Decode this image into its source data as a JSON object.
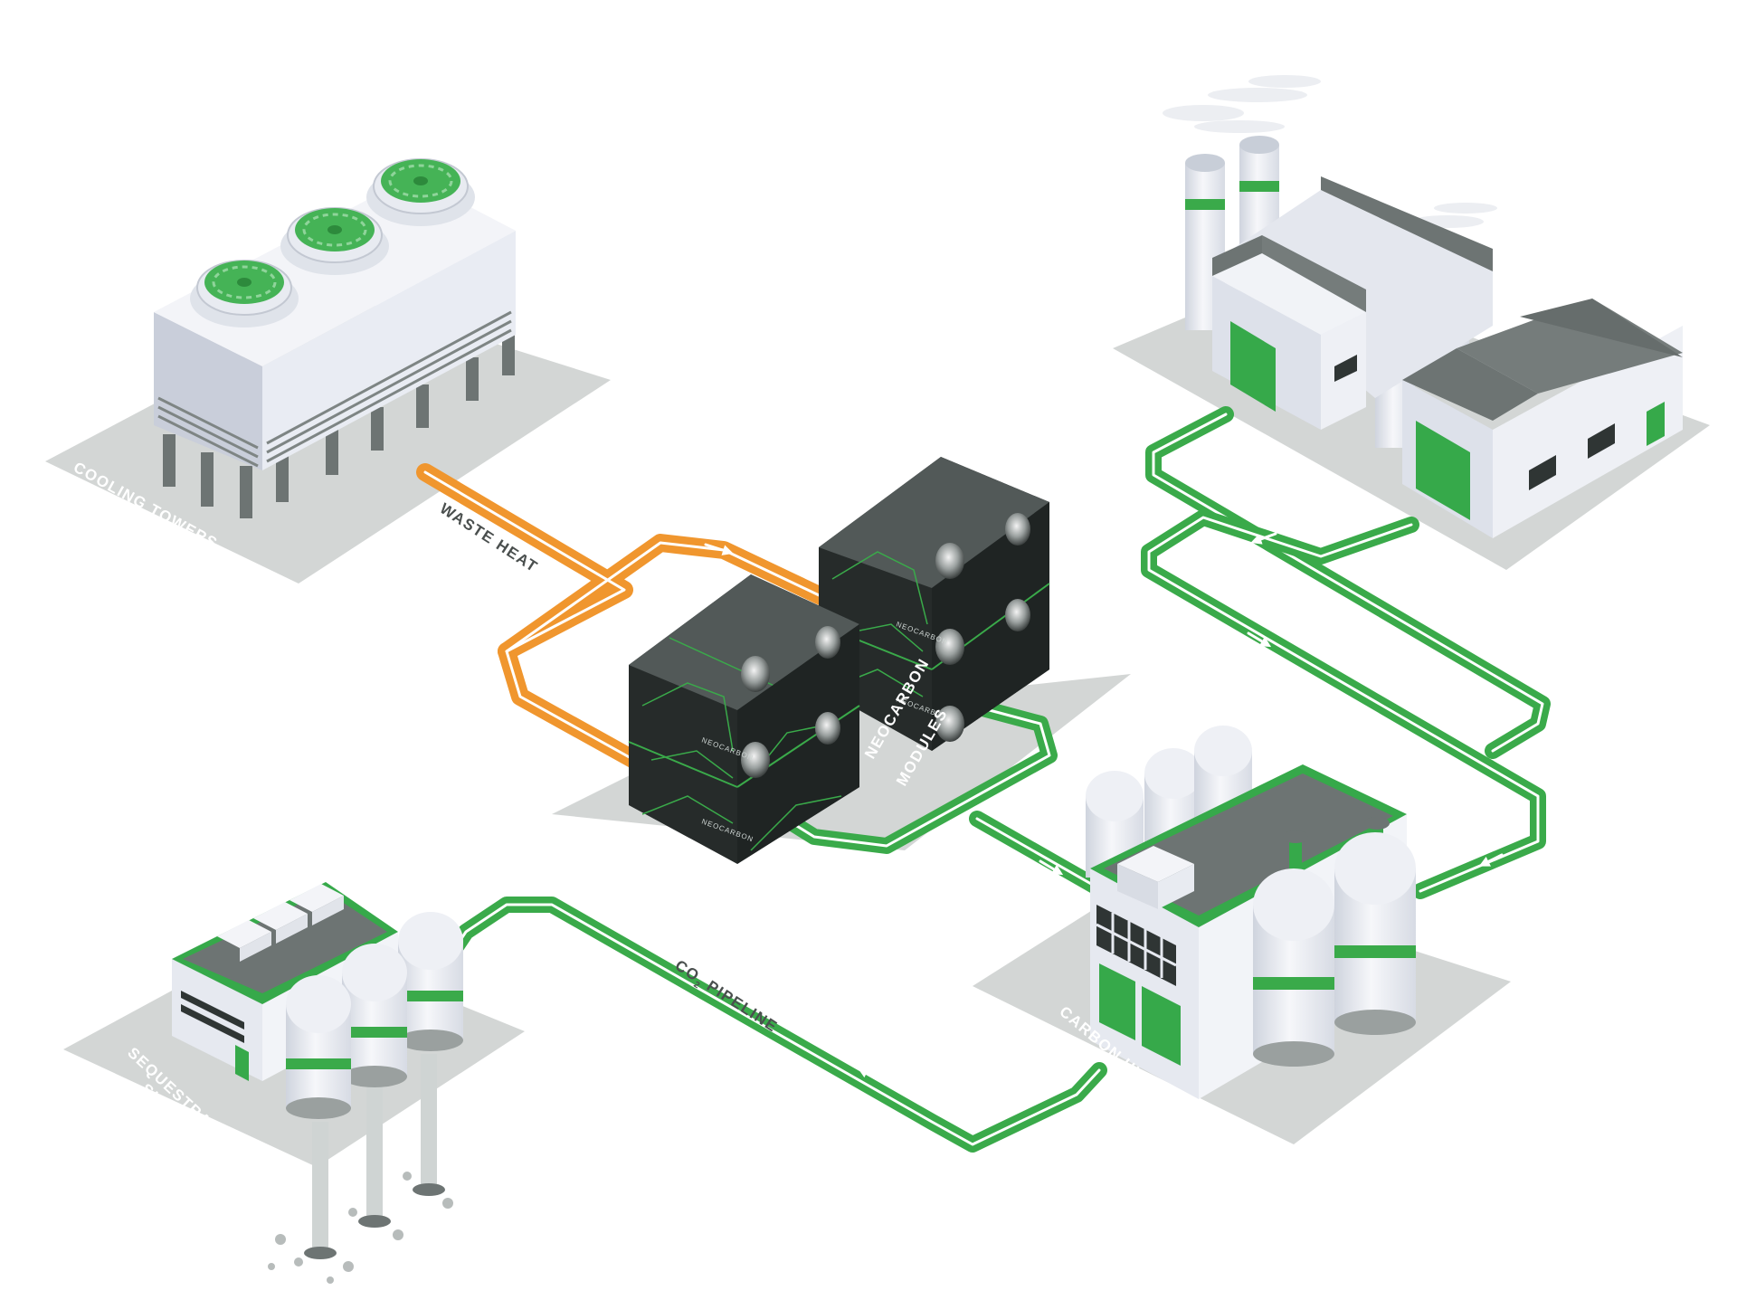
{
  "labels": {
    "cooling_towers": "COOLING TOWERS",
    "waste_heat": "WASTE HEAT",
    "neocarbon_modules_line1": "NEOCARBON",
    "neocarbon_modules_line2": "MODULES",
    "carbon_hub": "CARBON HUB",
    "co2_pipeline_prefix": "CO",
    "co2_pipeline_sub": "2",
    "co2_pipeline_suffix": " PIPELINE",
    "sequestration_line1": "SEQUESTRATION",
    "sequestration_line2": "SITE",
    "module_brand": "NEOCARBON"
  },
  "colors": {
    "pipe_green": "#3aaa4a",
    "pipe_orange": "#f0962e",
    "pad_gray": "#d3d6d5",
    "module_dark": "#2f3534",
    "roof_gray": "#6d7473",
    "wall_light": "#e6e9f0",
    "accent_green": "#36a94a"
  },
  "icons": {
    "fan": "fan-icon",
    "arrow": "flow-arrow-icon",
    "smoke": "smoke-icon"
  }
}
